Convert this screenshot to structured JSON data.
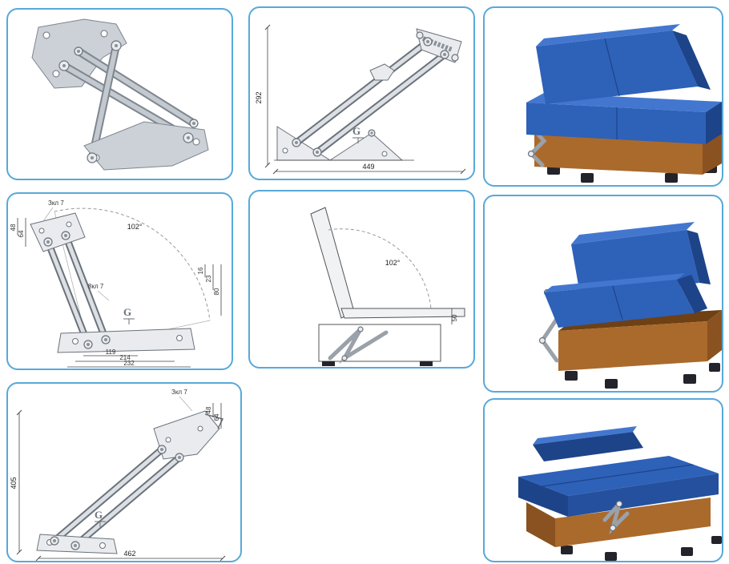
{
  "page": {
    "panel_border_color": "#58a9d9",
    "sofa_color": "#2e61b8",
    "wood_color": "#aa6a2c",
    "metal_color": "#ccd1d7"
  },
  "logo_mark": "G",
  "drawing_closed": {
    "dim_height": "292",
    "dim_width": "449"
  },
  "drawing_open": {
    "note_rivets_top": "Зкл 7",
    "dim_48": "48",
    "dim_64": "64",
    "angle": "102°",
    "note_rivets_mid": "8кл 7",
    "dim_16": "16",
    "dim_23": "23",
    "dim_80": "80",
    "dim_119": "119",
    "dim_214": "214",
    "dim_232": "232"
  },
  "side_view": {
    "angle": "102°",
    "dim_50": "50"
  },
  "drawing_flat": {
    "note_rivets_top": "Зкл 7",
    "dim_48": "48",
    "dim_64": "64",
    "dim_height": "405",
    "dim_width": "462"
  }
}
